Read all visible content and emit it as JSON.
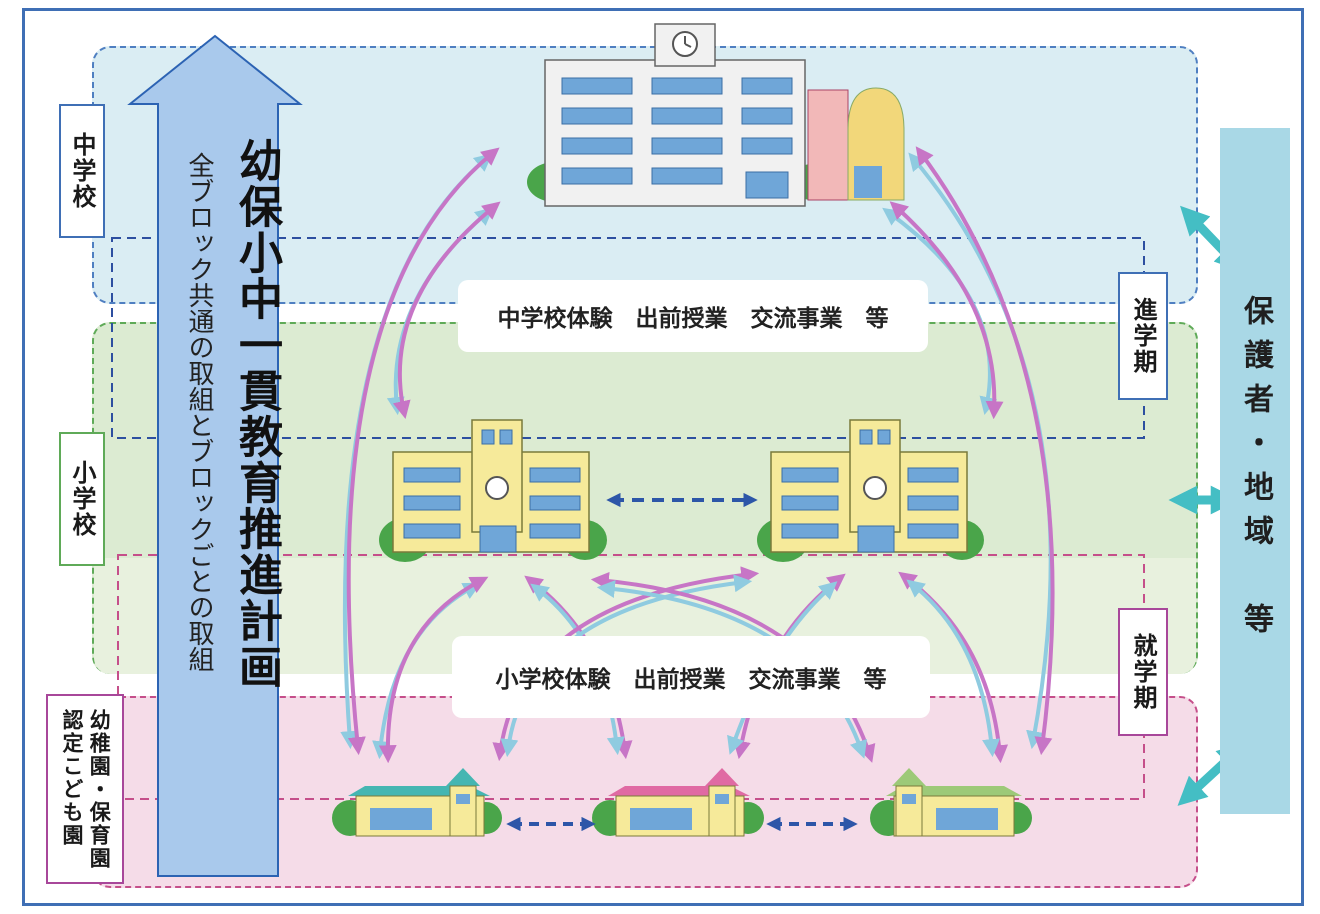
{
  "plan_title": "幼保小中一貫教育推進計画",
  "plan_subtitle": "全ブロック共通の取組とブロックごとの取組",
  "levels": {
    "junior_high": "中学校",
    "elementary": "小学校",
    "preschool": "幼稚園・保育園\n認定こども園"
  },
  "transitions": {
    "advancement": "進学期",
    "enrollment": "就学期"
  },
  "activities": {
    "junior_high": "中学校体験　出前授業　交流事業　等",
    "elementary": "小学校体験　出前授業　交流事業　等"
  },
  "partners": "保護者・地域　等",
  "colors": {
    "jhs_zone": "#daedf3",
    "es_zone": "#dcebd2",
    "pre_zone": "#f5dce8",
    "arrow_blue": "#8fcbe0",
    "arrow_pink": "#c775c6",
    "arrow_dark": "#2d56a8",
    "arrow_teal": "#44bec4",
    "building_yellow": "#f6ea9a"
  },
  "icons": [
    "clock-icon",
    "school-building",
    "kindergarten-building",
    "two-way-arrow"
  ]
}
